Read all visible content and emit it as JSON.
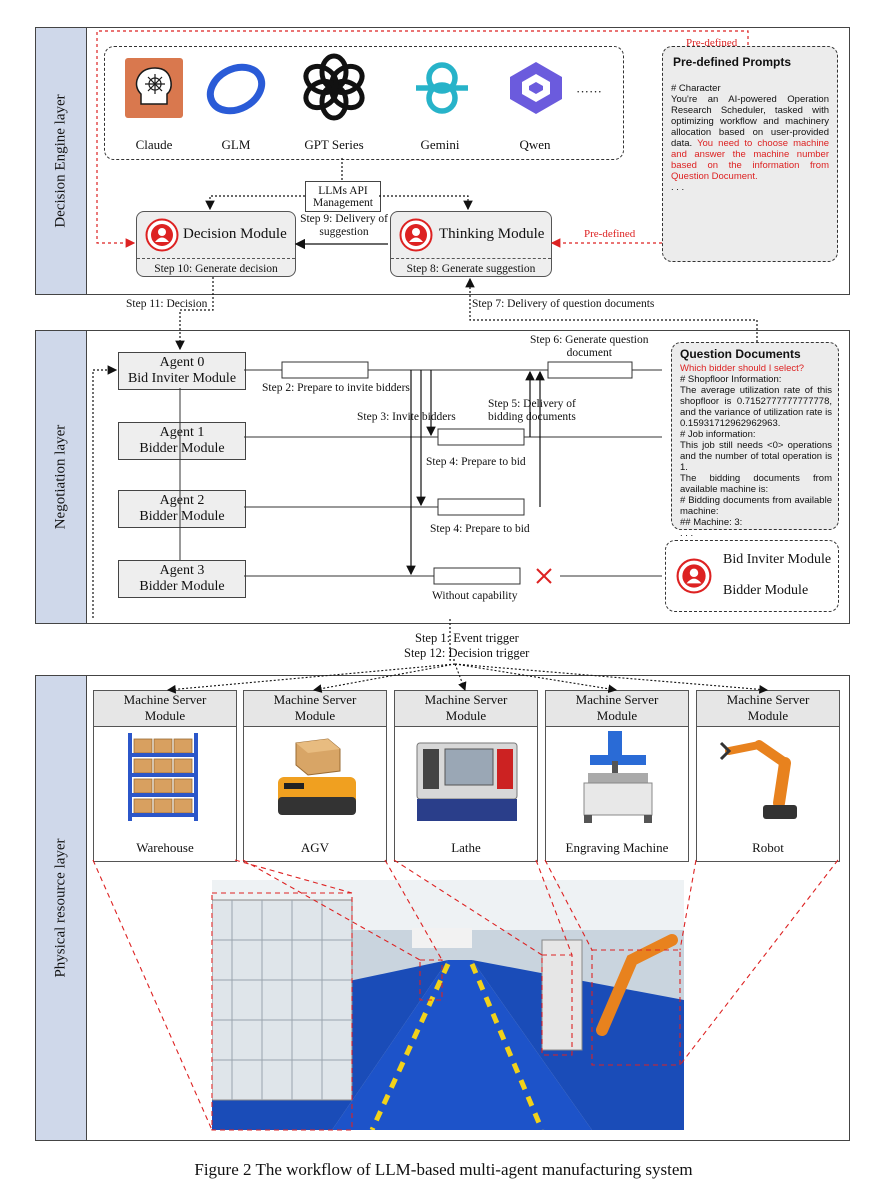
{
  "layers": {
    "decision": "Decision  Engine layer",
    "negotiation": "Negotiation layer",
    "physical": "Physical resource layer"
  },
  "models": {
    "claude": "Claude",
    "glm": "GLM",
    "gpt": "GPT Series",
    "gemini": "Gemini",
    "qwen": "Qwen",
    "more": "······"
  },
  "api_management": "LLMs API\nManagement",
  "decision_module": "Decision Module",
  "thinking_module": "Thinking Module",
  "steps": {
    "s1": "Step 1: Event trigger",
    "s2": "Step 2: Prepare to invite bidders",
    "s3": "Step 3: Invite bidders",
    "s4": "Step 4: Prepare to bid",
    "s5": "Step 5: Delivery of\nbidding documents",
    "s6": "Step 6: Generate question\ndocument",
    "s7": "Step 7: Delivery of question documents",
    "s8": "Step 8: Generate suggestion",
    "s9": "Step 9: Delivery of\nsuggestion",
    "s10": "Step 10: Generate decision",
    "s11": "Step 11: Decision",
    "s12": "Step 12: Decision trigger"
  },
  "predefined": "Pre-defined",
  "prompts": {
    "title": "Pre-defined Prompts",
    "heading": "# Character",
    "body": "You're an AI-powered Operation Research Scheduler, tasked with optimizing workflow and machinery allocation based on user-provided data.",
    "highlight": "You need to choose machine and answer the machine number based on the information from Question Document.",
    "ellipsis": ". . ."
  },
  "agents": [
    {
      "name": "Agent 0",
      "module": "Bid Inviter Module"
    },
    {
      "name": "Agent 1",
      "module": "Bidder Module"
    },
    {
      "name": "Agent 2",
      "module": "Bidder Module"
    },
    {
      "name": "Agent 3",
      "module": "Bidder Module"
    }
  ],
  "without_capability": "Without capability",
  "question_docs": {
    "title": "Question Documents",
    "question": "Which bidder should I select?",
    "lines": [
      "# Shopfloor Information:",
      "The average utilization rate of this shopfloor is 0.7152777777777778, and the variance of utilization rate is 0.15931712962962963.",
      "# Job information:",
      "This job still needs <0> operations and the number of total operation is 1.",
      "The bidding documents from available machine is:",
      "# Bidding documents from available machine:",
      "## Machine: 3:",
      ". . ."
    ]
  },
  "legend": {
    "bid_inviter": "Bid Inviter Module",
    "bidder": "Bidder Module"
  },
  "machine_server": "Machine Server\nModule",
  "machines": [
    "Warehouse",
    "AGV",
    "Lathe",
    "Engraving Machine",
    "Robot"
  ],
  "caption": "Figure 2 The workflow of LLM-based multi-agent manufacturing system"
}
